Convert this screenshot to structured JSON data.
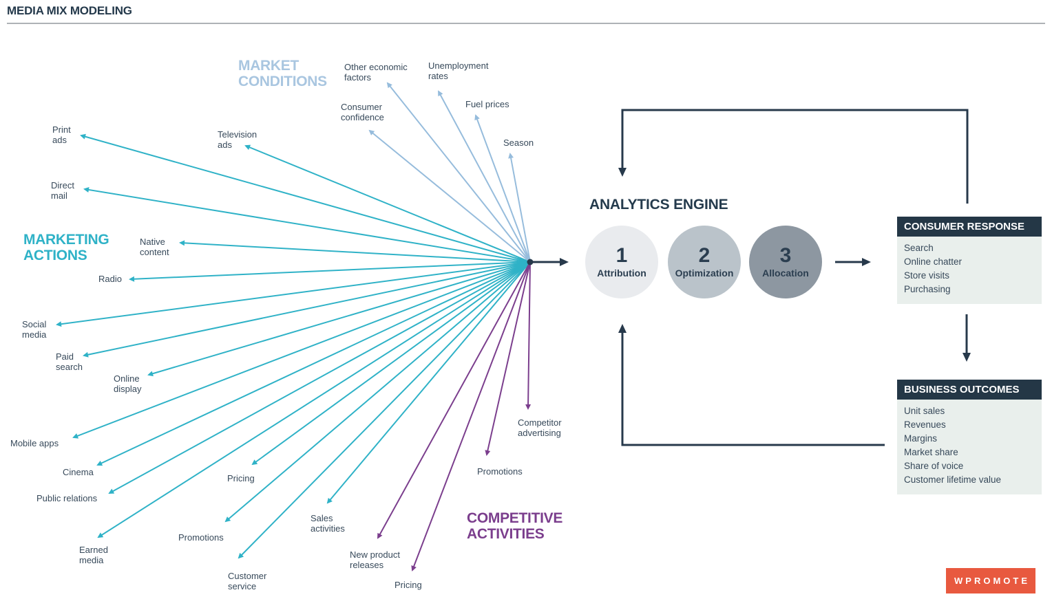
{
  "title": "MEDIA MIX MODELING",
  "colors": {
    "dark": "#27394b",
    "teal": "#2fb2c7",
    "blue_line": "#96bcdc",
    "blue_header": "#a9c6e0",
    "purple": "#7b3e8d",
    "box_header_bg": "#243746",
    "box_body_bg": "#e9efec",
    "logo_bg": "#e8593f",
    "circle_fills": [
      "#e9ebee",
      "#bac3ca",
      "#8d97a1"
    ]
  },
  "categories": [
    {
      "id": "marketing",
      "label": "MARKETING\nACTIONS"
    },
    {
      "id": "market",
      "label": "MARKET\nCONDITIONS"
    },
    {
      "id": "competitive",
      "label": "COMPETITIVE\nACTIVITIES"
    }
  ],
  "spokes": [
    {
      "id": "print-ads",
      "group": "marketing",
      "label": "Print\nads"
    },
    {
      "id": "television-ads",
      "group": "marketing",
      "label": "Television\nads"
    },
    {
      "id": "direct-mail",
      "group": "marketing",
      "label": "Direct\nmail"
    },
    {
      "id": "native-content",
      "group": "marketing",
      "label": "Native\ncontent"
    },
    {
      "id": "radio",
      "group": "marketing",
      "label": "Radio"
    },
    {
      "id": "social-media",
      "group": "marketing",
      "label": "Social\nmedia"
    },
    {
      "id": "paid-search",
      "group": "marketing",
      "label": "Paid\nsearch"
    },
    {
      "id": "online-display",
      "group": "marketing",
      "label": "Online\ndisplay"
    },
    {
      "id": "mobile-apps",
      "group": "marketing",
      "label": "Mobile apps"
    },
    {
      "id": "cinema",
      "group": "marketing",
      "label": "Cinema"
    },
    {
      "id": "public-relations",
      "group": "marketing",
      "label": "Public relations"
    },
    {
      "id": "earned-media",
      "group": "marketing",
      "label": "Earned\nmedia"
    },
    {
      "id": "promotions-marketing",
      "group": "marketing",
      "label": "Promotions"
    },
    {
      "id": "pricing-marketing",
      "group": "marketing",
      "label": "Pricing"
    },
    {
      "id": "customer-service",
      "group": "marketing",
      "label": "Customer\nservice"
    },
    {
      "id": "sales-activities",
      "group": "marketing",
      "label": "Sales\nactivities"
    },
    {
      "id": "other-economic-factors",
      "group": "market",
      "label": "Other economic\nfactors"
    },
    {
      "id": "unemployment-rates",
      "group": "market",
      "label": "Unemployment\nrates"
    },
    {
      "id": "fuel-prices",
      "group": "market",
      "label": "Fuel prices"
    },
    {
      "id": "season",
      "group": "market",
      "label": "Season"
    },
    {
      "id": "consumer-confidence",
      "group": "market",
      "label": "Consumer\nconfidence"
    },
    {
      "id": "competitor-advertising",
      "group": "competitive",
      "label": "Competitor\nadvertising"
    },
    {
      "id": "promotions-competitive",
      "group": "competitive",
      "label": "Promotions"
    },
    {
      "id": "new-product-releases",
      "group": "competitive",
      "label": "New product\nreleases"
    },
    {
      "id": "pricing-competitive",
      "group": "competitive",
      "label": "Pricing"
    }
  ],
  "engine": {
    "title": "ANALYTICS ENGINE",
    "steps": [
      {
        "number": "1",
        "label": "Attribution"
      },
      {
        "number": "2",
        "label": "Optimization"
      },
      {
        "number": "3",
        "label": "Allocation"
      }
    ]
  },
  "consumer_response": {
    "title": "CONSUMER RESPONSE",
    "items": [
      "Search",
      "Online chatter",
      "Store visits",
      "Purchasing"
    ]
  },
  "business_outcomes": {
    "title": "BUSINESS OUTCOMES",
    "items": [
      "Unit sales",
      "Revenues",
      "Margins",
      "Market share",
      "Share of voice",
      "Customer lifetime value"
    ]
  },
  "logo": {
    "text": "WPROMOTE"
  }
}
